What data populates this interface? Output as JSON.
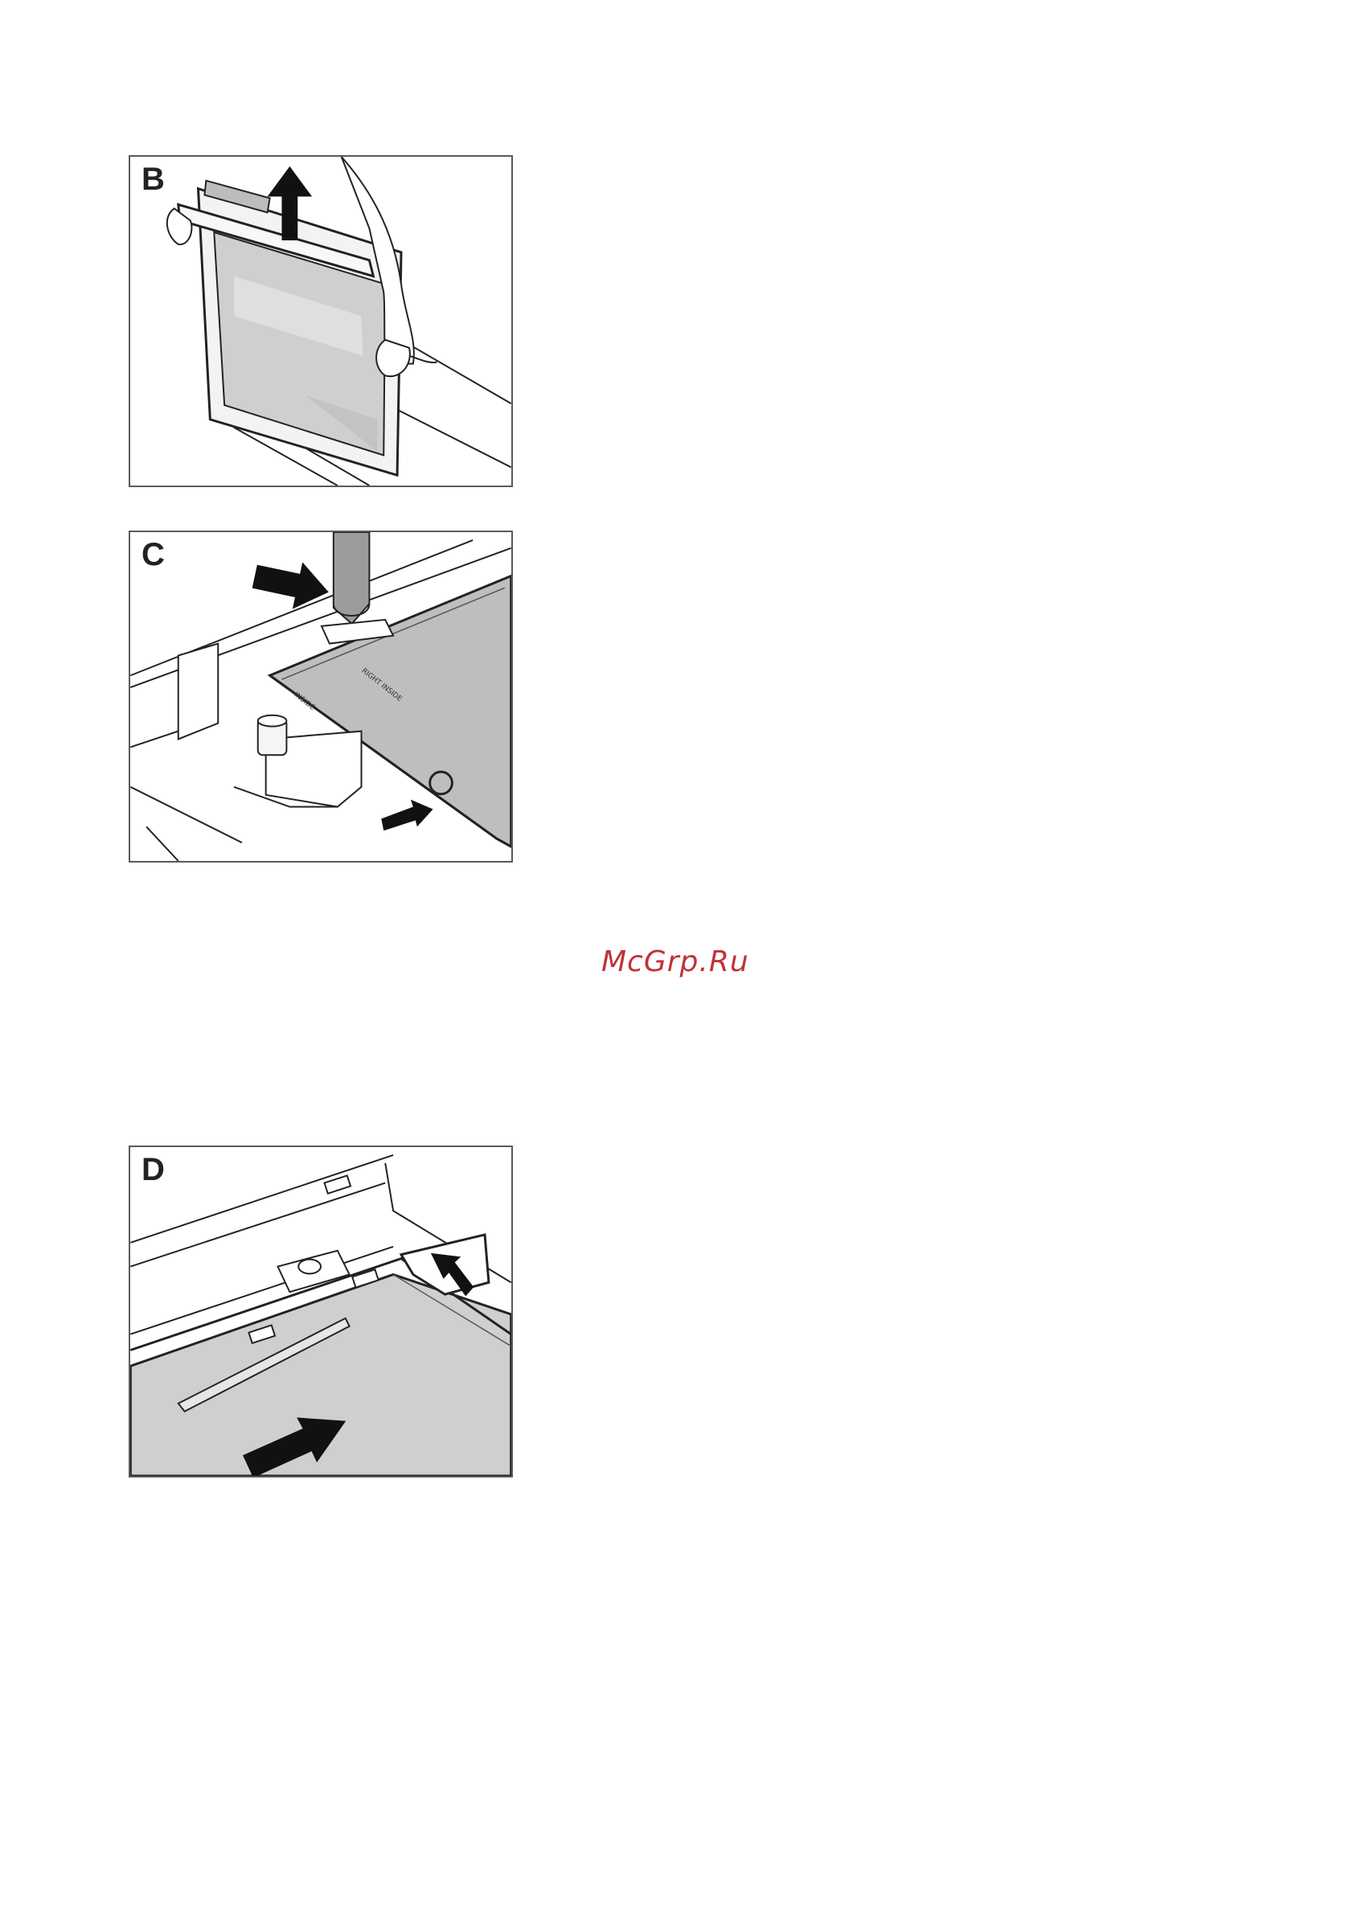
{
  "figures": [
    {
      "label": "B"
    },
    {
      "label": "C",
      "panel_text": [
        "INSIDE",
        "RIGHT INSIDE"
      ]
    },
    {
      "label": "D"
    }
  ],
  "watermark": "McGrp.Ru",
  "colors": {
    "frame": "#5a5a5a",
    "glass": "#d4d4d4",
    "line": "#222222",
    "watermark": "#c0323a"
  }
}
